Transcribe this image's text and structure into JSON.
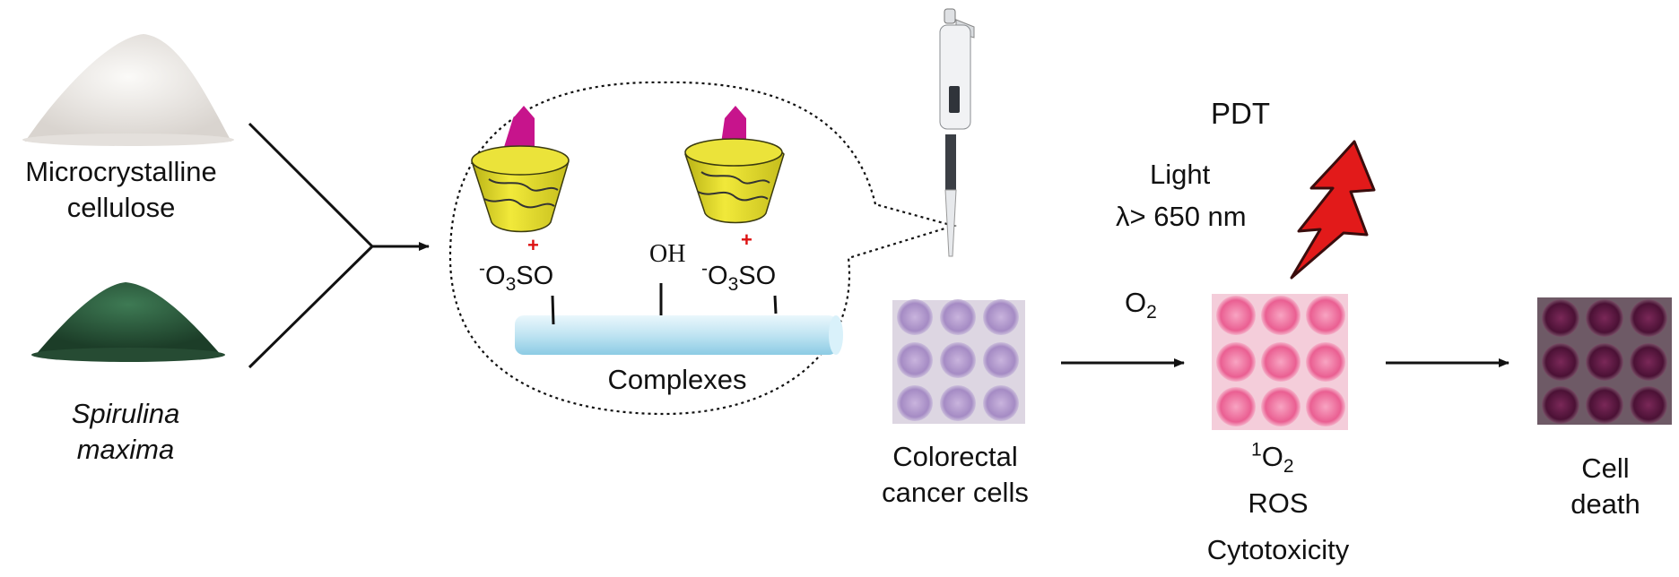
{
  "inputs": {
    "microcrystalline_line1": "Microcrystalline",
    "microcrystalline_line2": "cellulose",
    "spirulina_line1": "Spirulina",
    "spirulina_line2": "maxima"
  },
  "complex": {
    "label": "Complexes",
    "oh": "OH",
    "sulfate_left": {
      "minus": "-",
      "o3": "O",
      "sub": "3",
      "rest": "SO"
    },
    "sulfate_right": {
      "minus": "-",
      "o3": "O",
      "sub": "3",
      "rest": "SO"
    },
    "plus": "+"
  },
  "cells": {
    "line1": "Colorectal",
    "line2": "cancer cells"
  },
  "treatment": {
    "oxygen_o": "O",
    "oxygen_sub": "2",
    "pdt": "PDT",
    "light": "Light",
    "lambda": "λ> 650 nm",
    "singlet_sup": "1",
    "singlet_o": "O",
    "singlet_sub": "2",
    "ros": "ROS",
    "cytotoxicity": "Cytotoxicity"
  },
  "outcome": {
    "line1": "Cell",
    "line2": "death"
  },
  "colors": {
    "powder_white": "#ece9e6",
    "powder_green": "#2c5a3c",
    "cyclodextrin": "#e6dd2a",
    "photosensitizer": "#c7148c",
    "rod": "#bfe4f2",
    "well_purple": "#b59bcf",
    "well_pink": "#ef7fa8",
    "well_dark": "#5e1a45",
    "lightning": "#e21a1a",
    "plus_red": "#d11"
  }
}
